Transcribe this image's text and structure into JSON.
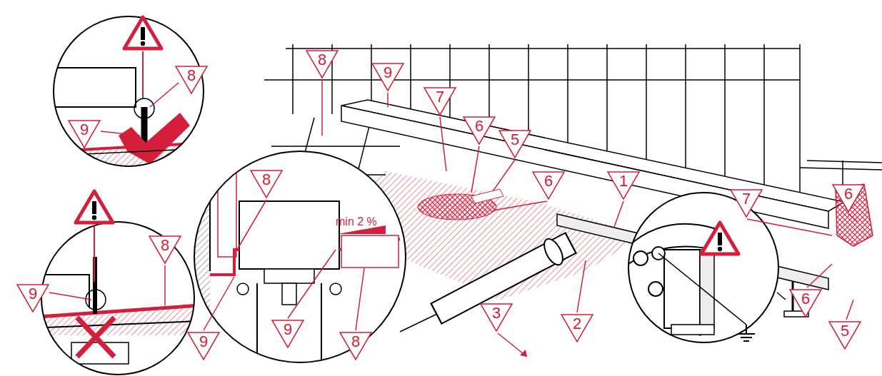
{
  "diagram": {
    "nodes": [
      {
        "text": [
          "8"
        ]
      },
      {
        "text": [
          "9"
        ]
      },
      {
        "text": [
          "8"
        ]
      },
      {
        "text": [
          "7"
        ]
      },
      {
        "text": [
          "6"
        ]
      },
      {
        "text": [
          "9"
        ]
      },
      {
        "text": [
          "5"
        ]
      },
      {
        "text": [
          "8"
        ]
      },
      {
        "text": [
          "6"
        ]
      },
      {
        "text": [
          "1"
        ]
      },
      {
        "text": [
          "6"
        ]
      },
      {
        "text": [
          "7"
        ]
      },
      {
        "text": [
          "8"
        ]
      },
      {
        "text": [
          "9"
        ]
      },
      {
        "text": [
          "6"
        ]
      },
      {
        "text": [
          "3"
        ]
      },
      {
        "text": [
          "2"
        ]
      },
      {
        "text": [
          "9"
        ]
      },
      {
        "text": [
          "5"
        ]
      },
      {
        "text": [
          "9"
        ]
      },
      {
        "text": [
          "8"
        ]
      }
    ],
    "labels": [
      "min 2 %"
    ]
  }
}
